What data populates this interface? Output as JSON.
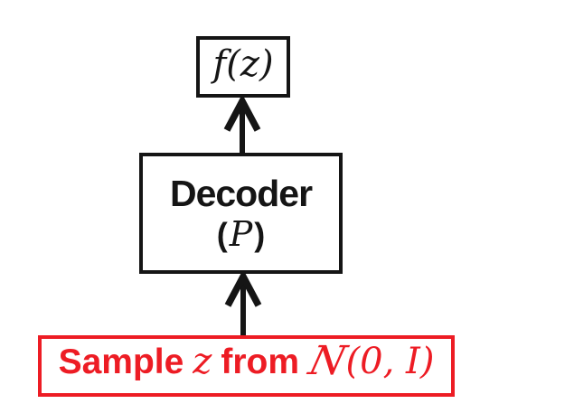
{
  "colors": {
    "bg": "#ffffff",
    "ink": "#151515",
    "red": "#ed1c24"
  },
  "diagram": {
    "output_box": {
      "label": "f(z)"
    },
    "decoder_box": {
      "name": "Decoder",
      "paren_open": "(",
      "symbol": "P",
      "paren_close": ")"
    },
    "sample_box": {
      "word1": "Sample",
      "var": "z",
      "word2": "from",
      "dist_symbol": "N",
      "dist_args": "(0, I)"
    }
  }
}
